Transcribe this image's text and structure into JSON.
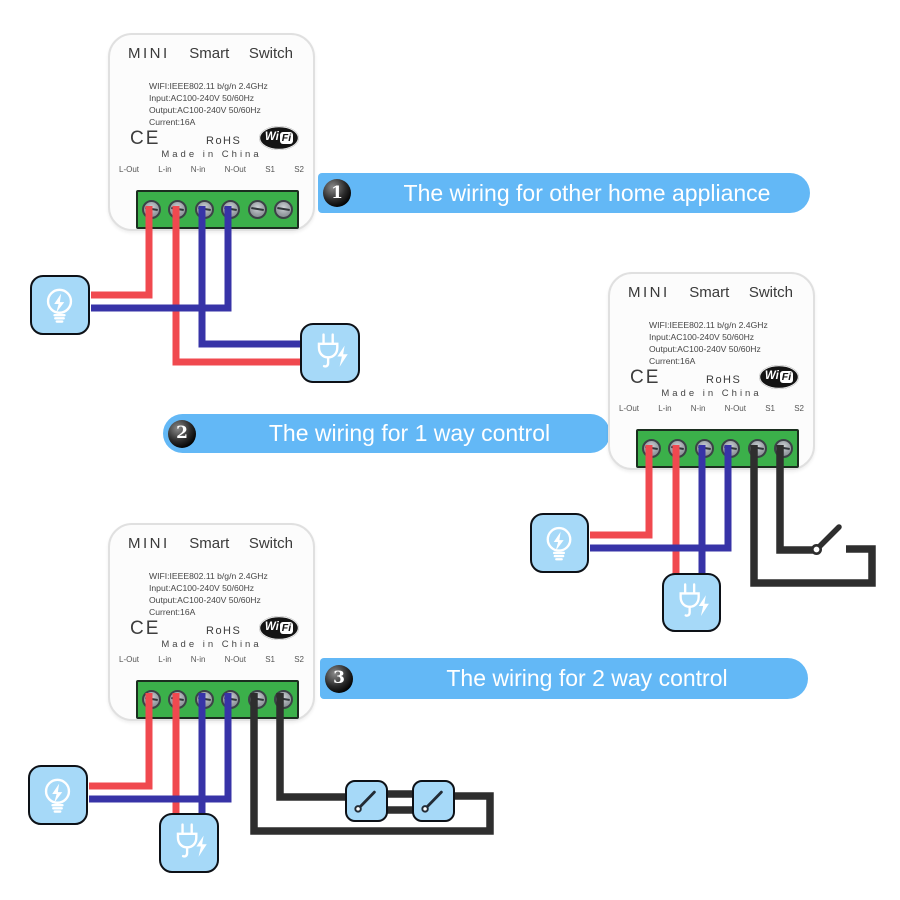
{
  "page_title": "MINI Smart Switch wiring diagrams",
  "device": {
    "title_words": [
      "MINI",
      "Smart",
      "Switch"
    ],
    "spec_lines": [
      "WIFI:IEEE802.11 b/g/n 2.4GHz",
      "Input:AC100-240V 50/60Hz",
      "Output:AC100-240V 50/60Hz",
      "Current:16A"
    ],
    "ce_mark": "CE",
    "rohs_mark": "RoHS",
    "wifi_logo": {
      "wi": "Wi",
      "fi": "Fi"
    },
    "made_in": "Made in China",
    "terminal_labels": [
      "L-Out",
      "L-in",
      "N-in",
      "N-Out",
      "S1",
      "S2"
    ]
  },
  "sections": [
    {
      "number": "1",
      "label": "The wiring for other home appliance"
    },
    {
      "number": "2",
      "label": "The wiring for 1 way control"
    },
    {
      "number": "3",
      "label": "The wiring for 2 way control"
    }
  ],
  "icons": {
    "bulb": "light-bulb-icon",
    "plug": "power-plug-icon",
    "wall_switch": "wall-switch-icon",
    "badge": "numbered-step-badge",
    "wifi": "wifi-logo"
  },
  "colors": {
    "banner_blue": "#63b8f6",
    "wire_live": "#f0494f",
    "wire_neutral": "#3733a7",
    "wire_switch": "#2e2e2e",
    "box_fill": "#a6d9f8",
    "terminal_green": "#3bb04a"
  }
}
